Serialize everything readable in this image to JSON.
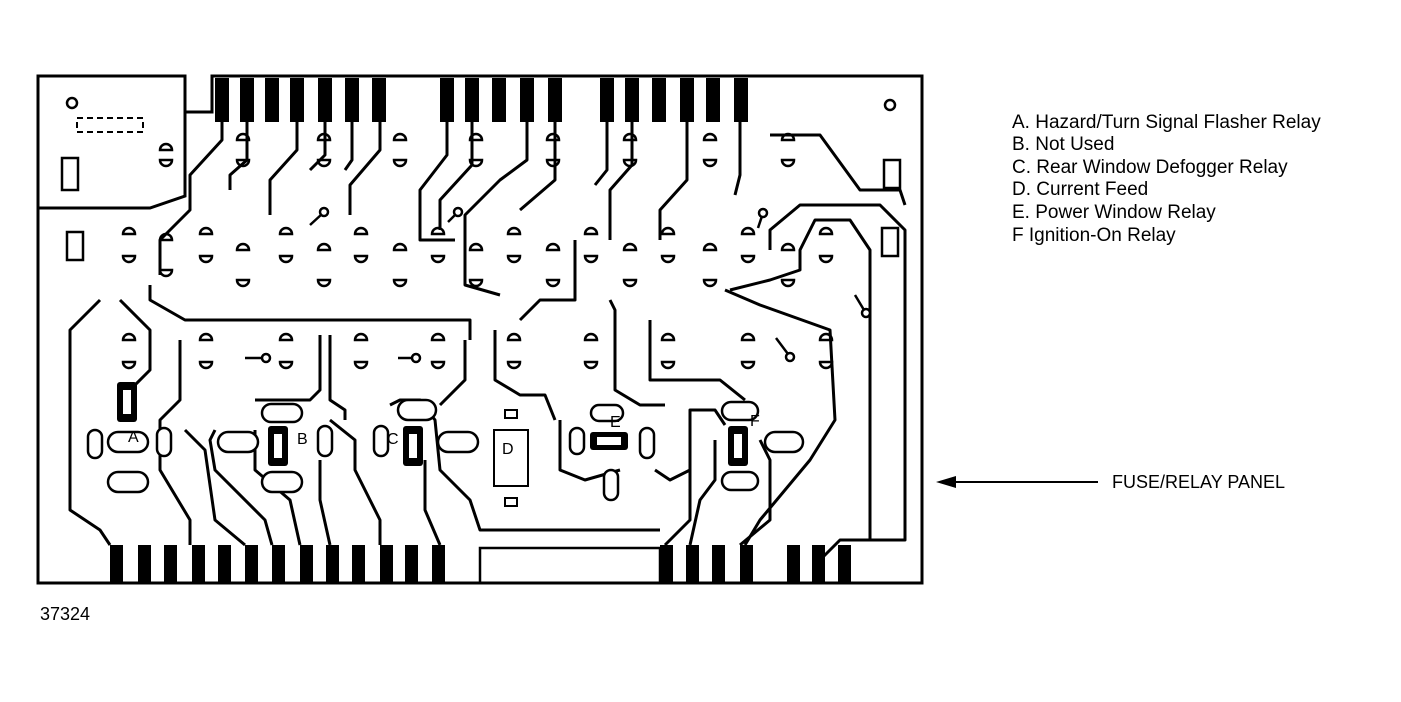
{
  "legend": [
    {
      "letter": "A",
      "text": "A. Hazard/Turn Signal Flasher Relay"
    },
    {
      "letter": "B",
      "text": "B. Not Used"
    },
    {
      "letter": "C",
      "text": "C. Rear Window Defogger Relay"
    },
    {
      "letter": "D",
      "text": "D. Current Feed"
    },
    {
      "letter": "E",
      "text": "E. Power Window Relay"
    },
    {
      "letter": "F",
      "text": "F  Ignition-On Relay"
    }
  ],
  "board_labels": {
    "A": "A",
    "B": "B",
    "C": "C",
    "D": "D",
    "E": "E",
    "F": "F"
  },
  "callout": "FUSE/RELAY PANEL",
  "figure_number": "37324",
  "colors": {
    "ink": "#000000",
    "paper": "#ffffff"
  }
}
